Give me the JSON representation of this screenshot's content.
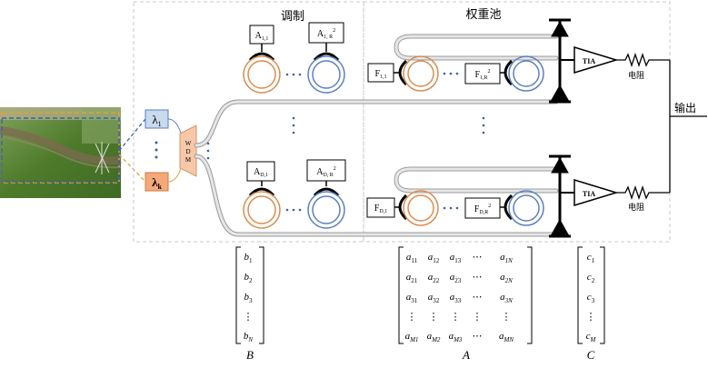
{
  "sections": {
    "modulation": "调制",
    "weight_pool": "权重池"
  },
  "wavelengths": {
    "first": "λ1",
    "last": "λk",
    "first_main": "λ",
    "first_sub": "1",
    "last_main": "λ",
    "last_sub": "k"
  },
  "wdm_label": [
    "W",
    "D",
    "M"
  ],
  "modulators": {
    "top_left": {
      "main": "A",
      "sub": "1,1"
    },
    "top_right": {
      "main": "A",
      "sub": "1, R",
      "sup": "2"
    },
    "bottom_left": {
      "main": "A",
      "sub": "D,1"
    },
    "bottom_right": {
      "main": "A",
      "sub": "D, R",
      "sup": "2"
    }
  },
  "filters": {
    "top_left": {
      "main": "F",
      "sub": "1,1"
    },
    "top_right": {
      "main": "F",
      "sub": "1,R",
      "sup": "2"
    },
    "bottom_left": {
      "main": "F",
      "sub": "D,1"
    },
    "bottom_right": {
      "main": "F",
      "sub": "D,R",
      "sup": "2"
    }
  },
  "amplifier_label": "TIA",
  "resistor_label": "电阻",
  "output_label": "输出",
  "vector_b": {
    "entries": [
      [
        "b",
        "1"
      ],
      [
        "b",
        "2"
      ],
      [
        "b",
        "3"
      ],
      [
        "⋮",
        ""
      ],
      [
        "b",
        "N"
      ]
    ],
    "caption": "B"
  },
  "matrix_a": {
    "rows": [
      [
        [
          "a",
          "11"
        ],
        [
          "a",
          "12"
        ],
        [
          "a",
          "13"
        ],
        [
          "⋯",
          ""
        ],
        [
          "a",
          "1N"
        ]
      ],
      [
        [
          "a",
          "21"
        ],
        [
          "a",
          "22"
        ],
        [
          "a",
          "23"
        ],
        [
          "⋯",
          ""
        ],
        [
          "a",
          "2N"
        ]
      ],
      [
        [
          "a",
          "31"
        ],
        [
          "a",
          "32"
        ],
        [
          "a",
          "33"
        ],
        [
          "⋯",
          ""
        ],
        [
          "a",
          "3N"
        ]
      ],
      [
        [
          "⋮",
          ""
        ],
        [
          "⋮",
          ""
        ],
        [
          "⋮",
          ""
        ],
        [
          "⋮",
          ""
        ],
        [
          "⋮",
          ""
        ]
      ],
      [
        [
          "a",
          "M1"
        ],
        [
          "a",
          "M2"
        ],
        [
          "a",
          "M3"
        ],
        [
          "⋯",
          ""
        ],
        [
          "a",
          "MN"
        ]
      ]
    ],
    "caption": "A"
  },
  "vector_c": {
    "entries": [
      [
        "c",
        "1"
      ],
      [
        "c",
        "2"
      ],
      [
        "c",
        "3"
      ],
      [
        "⋮",
        ""
      ],
      [
        "c",
        "M"
      ]
    ],
    "caption": "C"
  },
  "colors": {
    "orange_ring": "#d98c4f",
    "blue_ring": "#5b7fbf",
    "dash_blue": "#3d5ea8",
    "dash_orange": "#e0a040",
    "wdm_fill": "#f6c8a8",
    "lambda1_fill": "#c9d9ee",
    "lambdak_fill": "#f3a97a",
    "waveguide": "#c8c8c8",
    "field_green": "#4e7a2a"
  }
}
